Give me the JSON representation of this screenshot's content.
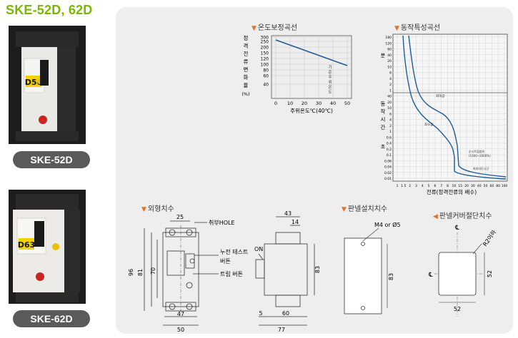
{
  "title": "SKE-52D, 62D",
  "products": [
    {
      "label": "SKE-52D",
      "rating_badge": "D50",
      "badge_color": "#f2d200"
    },
    {
      "label": "SKE-62D",
      "rating_badge": "D63",
      "badge_color": "#f2d200"
    }
  ],
  "sections": {
    "temp_curve": "온도보정곡선",
    "operating_curve": "동작특성곡선",
    "outline": "외형치수",
    "panel_mount": "판넬설치치수",
    "cover_cut": "판넬커버절단치수"
  },
  "temp_chart": {
    "ylabel_chars": [
      "정",
      "격",
      "전",
      "류",
      "변",
      "화",
      "율"
    ],
    "ylabel_unit": "(%)",
    "xlabel": "주위온도℃(40℃)",
    "yticks": [
      "300",
      "250",
      "200",
      "150",
      "120",
      "100",
      "80",
      "60",
      "40"
    ],
    "xticks": [
      "0",
      "10",
      "20",
      "30",
      "40",
      "50"
    ],
    "annotation": [
      "기",
      "준",
      "주",
      "위",
      "온",
      "도"
    ]
  },
  "op_chart": {
    "ylabel_chars": [
      "동",
      "작",
      "시",
      "간"
    ],
    "unit_min": "분",
    "unit_sec": "초",
    "yticks": [
      "180",
      "120",
      "60",
      "40",
      "20",
      "10",
      "6",
      "4",
      "2",
      "1",
      "40",
      "20",
      "10",
      "6",
      "4",
      "2",
      "1",
      "0.6",
      "0.4",
      "0.2",
      "0.1",
      "0.06",
      "0.04",
      "0.02",
      "0.01"
    ],
    "xticks": [
      "1",
      "1.5",
      "2",
      "3",
      "4",
      "5",
      "6",
      "7",
      "8",
      "10",
      "15",
      "20",
      "30",
      "40",
      "50",
      "60",
      "80",
      "100"
    ],
    "xlabel": "전류(정격전류의 배수)",
    "label_max": "최대값",
    "label_min": "최소값",
    "label_instant": "순시트립범위",
    "label_instant2": "(1000~2000%)",
    "label_fault": "최대차단시간"
  },
  "outline": {
    "hole_label": "취부HOLE",
    "test_label_1": "누전 테스트",
    "test_label_2": "버튼",
    "trip_label": "트립 버튼",
    "on_label": "ON",
    "dims": {
      "w25": "25",
      "h96": "96",
      "h81": "81",
      "h70": "70",
      "w47": "47",
      "w50": "50",
      "w43": "43",
      "w14": "14",
      "h83": "83",
      "w5": "5",
      "w60": "60",
      "w77": "77"
    }
  },
  "panel_mount": {
    "hole_label": "M4 or Ø5",
    "h83": "83"
  },
  "cover_cut": {
    "corner_label": "R2이하",
    "h52": "52",
    "w52": "52",
    "center_mark": "℄"
  }
}
